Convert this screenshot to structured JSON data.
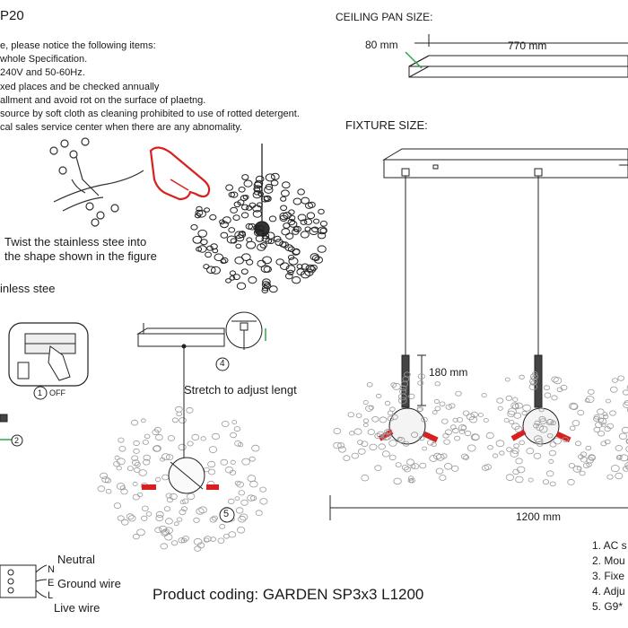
{
  "header": {
    "model_fragment": "P20"
  },
  "notice": {
    "lines": [
      "e, please notice the following items:",
      "whole Specification.",
      "240V and 50-60Hz.",
      "xed places and be checked annually",
      "allment and avoid rot on the surface of plaetng.",
      "source by soft cloth as cleaning prohibited to use of rotted detergent.",
      "cal sales service center when there are any abnomality."
    ]
  },
  "twist": {
    "line1": "Twist  the  stainless  stee  into",
    "line2": "the shape shown in the figure"
  },
  "stainless_label": "inless stee",
  "switch": {
    "step": "1",
    "off": "OFF"
  },
  "wire_step": "2",
  "stretch": {
    "step": "4",
    "label": "Stretch to adjust lengt"
  },
  "fixture_step": "5",
  "ceiling_pan": {
    "title": "CEILING PAN  SIZE:",
    "height": "80 mm",
    "length": "770 mm"
  },
  "fixture_size": {
    "title": "FIXTURE SIZE:",
    "drop": "180 mm",
    "total": "1200 mm"
  },
  "wires": {
    "n_letter": "N",
    "e_letter": "E",
    "l_letter": "L",
    "neutral": "Neutral",
    "ground": "Ground wire",
    "live": "Live wire"
  },
  "product_coding": "Product coding: GARDEN SP3x3 L1200",
  "parts": [
    "1. AC s",
    "2. Mou",
    "3. Fixe",
    "4. Adju",
    "5. G9*"
  ],
  "colors": {
    "accent_red": "#d82020",
    "pointer_green": "#2aa84a",
    "line": "#222222",
    "leaf": "#9a9a9a"
  }
}
